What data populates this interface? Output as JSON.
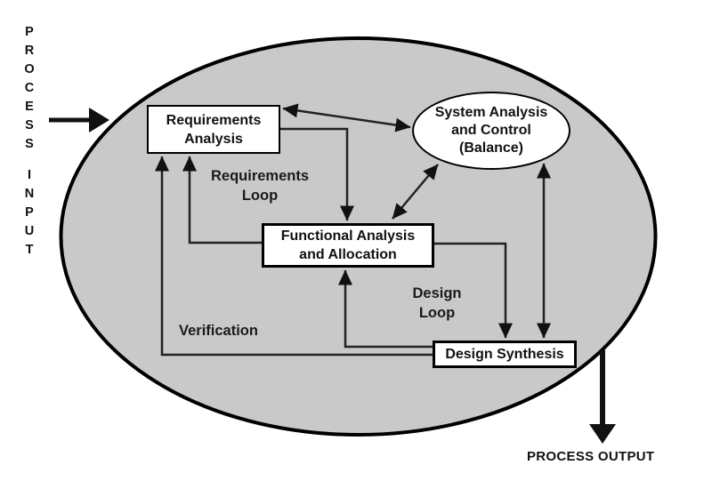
{
  "process_input": {
    "label": "PROCESS INPUT",
    "letters": [
      "P",
      "R",
      "O",
      "C",
      "E",
      "S",
      "S",
      "I",
      "N",
      "P",
      "U",
      "T"
    ]
  },
  "process_output": {
    "label": "PROCESS OUTPUT"
  },
  "nodes": {
    "requirements_analysis": {
      "line1": "Requirements",
      "line2": "Analysis"
    },
    "system_analysis_control": {
      "line1": "System Analysis",
      "line2": "and Control",
      "line3": "(Balance)"
    },
    "functional_analysis": {
      "line1": "Functional Analysis",
      "line2": "and Allocation"
    },
    "design_synthesis": {
      "label": "Design Synthesis"
    }
  },
  "labels": {
    "requirements_loop": {
      "line1": "Requirements",
      "line2": "Loop"
    },
    "design_loop": {
      "line1": "Design",
      "line2": "Loop"
    },
    "verification": "Verification"
  },
  "colors": {
    "big_ellipse_fill": "#c9c9c9",
    "big_ellipse_stroke": "#000000",
    "line_stroke": "#222222",
    "arrowhead_fill": "#111111"
  }
}
